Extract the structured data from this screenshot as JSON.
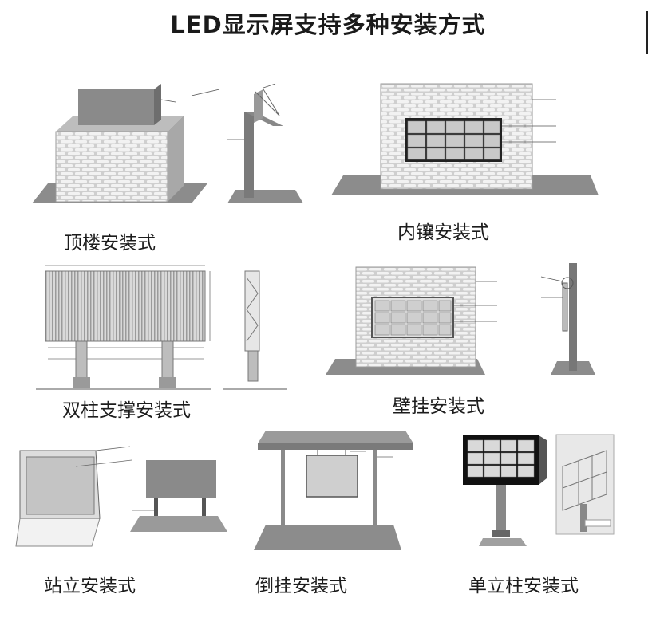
{
  "title": "LED显示屏支持多种安装方式",
  "methods": [
    {
      "caption": "顶楼安装式"
    },
    {
      "caption": "内镶安装式"
    },
    {
      "caption": "双柱支撑安装式"
    },
    {
      "caption": "壁挂安装式"
    },
    {
      "caption": "站立安装式"
    },
    {
      "caption": "倒挂安装式"
    },
    {
      "caption": "单立柱安装式"
    }
  ]
}
